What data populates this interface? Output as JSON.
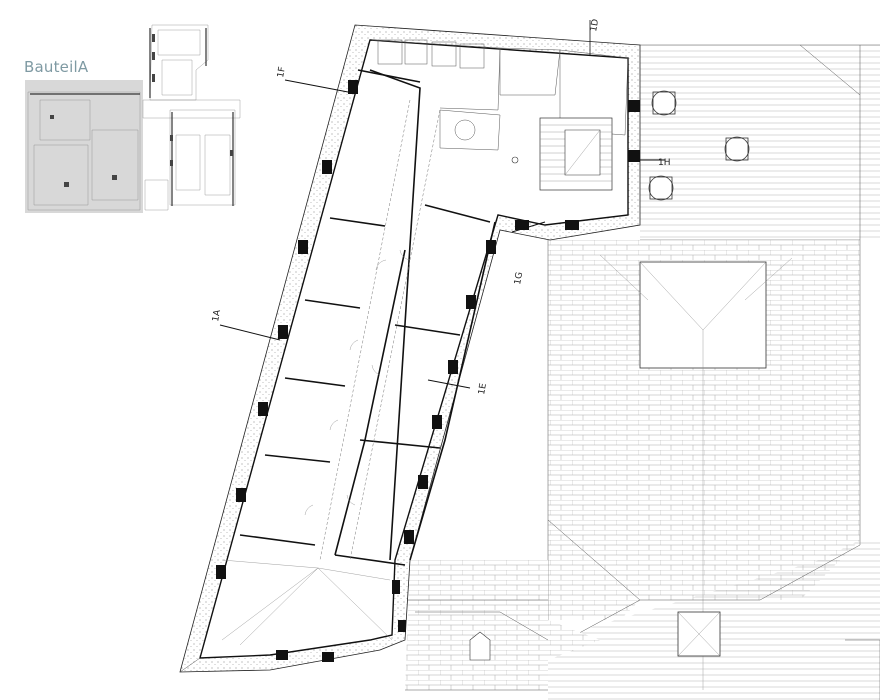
{
  "key_plan": {
    "label": "BauteilA",
    "highlight_color": "#d8d8d8",
    "label_color": "#7f9aa3"
  },
  "section_marks": [
    {
      "id": "mark-1f",
      "text": "1F"
    },
    {
      "id": "mark-1a",
      "text": "1A"
    },
    {
      "id": "mark-1g",
      "text": "1G"
    },
    {
      "id": "mark-1h",
      "text": "1H"
    },
    {
      "id": "mark-1e",
      "text": "1E"
    },
    {
      "id": "mark-1d",
      "text": "1D"
    }
  ],
  "colors": {
    "wall": "#111111",
    "line": "#555555",
    "background": "#ffffff"
  }
}
